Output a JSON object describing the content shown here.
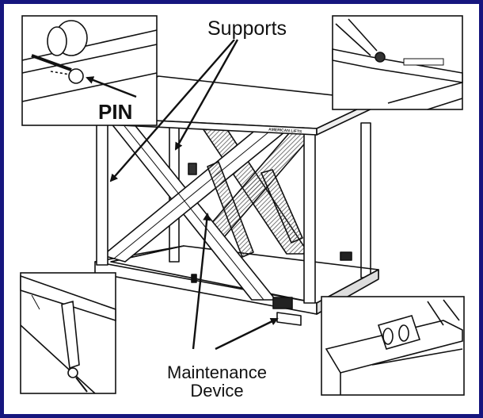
{
  "labels": {
    "supports": "Supports",
    "pin": "PIN",
    "maintenance_line1": "Maintenance",
    "maintenance_line2": "Device",
    "nameplate": "AMERICAN LIFTS"
  },
  "colors": {
    "frame_border": "#16167e",
    "line": "#111111",
    "shade": "#6f6f6f"
  },
  "icons": {
    "pin_arrow": "arrow-left-icon",
    "support_arrows": "arrow-icon"
  }
}
